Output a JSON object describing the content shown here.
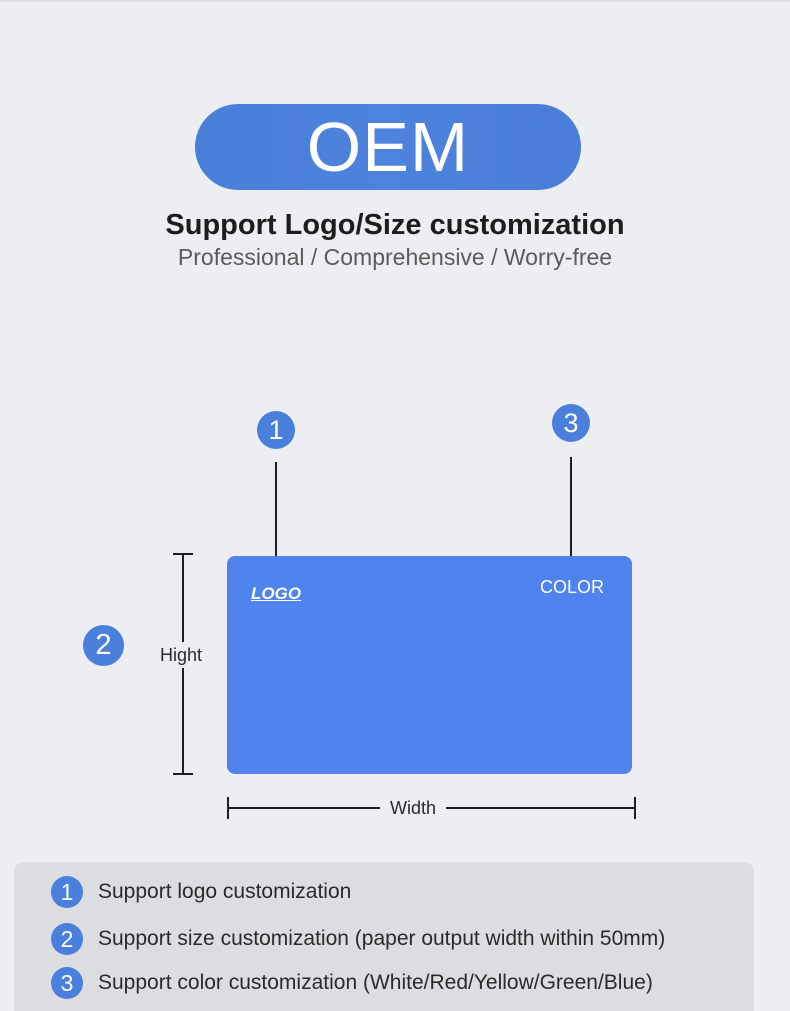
{
  "banner": {
    "label": "OEM"
  },
  "headline": "Support Logo/Size customization",
  "subline": "Professional / Comprehensive / Worry-free",
  "callouts": {
    "logo_num": "1",
    "size_num": "2",
    "color_num": "3"
  },
  "card": {
    "logo_text": "LOGO",
    "color_text": "COLOR",
    "fill_color": "#4f84ee"
  },
  "dimensions": {
    "height_label": "Hight",
    "width_label": "Width"
  },
  "features": [
    {
      "num": "1",
      "text": "Support logo customization"
    },
    {
      "num": "2",
      "text": "Support size customization (paper output width within 50mm)"
    },
    {
      "num": "3",
      "text": "Support color customization (White/Red/Yellow/Green/Blue)"
    }
  ],
  "colors": {
    "accent": "#4a7fdc",
    "background": "#eceef1",
    "panel": "#dcdde0"
  }
}
